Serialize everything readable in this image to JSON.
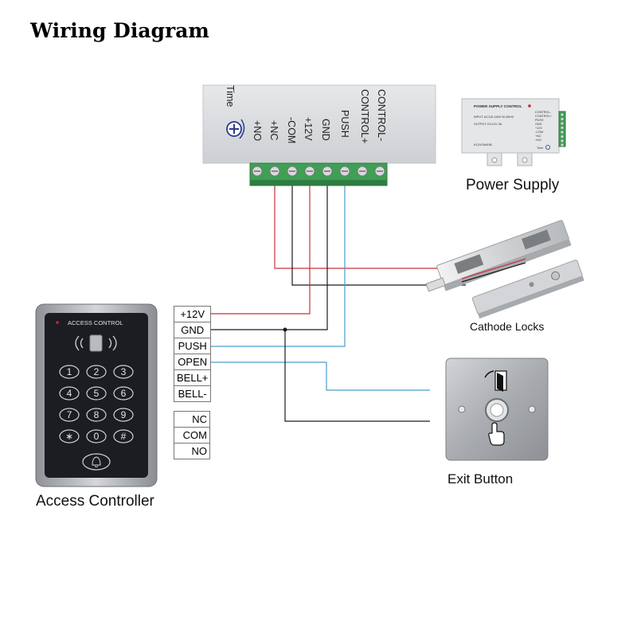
{
  "title": "Wiring Diagram",
  "controller_module": {
    "labels": [
      "CONTROL-",
      "CONTROL+",
      "PUSH",
      "GND",
      "+12V",
      "-COM",
      "+NC",
      "+NO"
    ],
    "time_label": "Time"
  },
  "power_supply_photo": {
    "header": "POWER SUPPLY CONTROL",
    "input_line": "INPUT: AC110-240V 50-60HZ",
    "output_line": "OUTPUT: DC12V  3A",
    "model_line": "K12V/3A/K80",
    "terminal_labels": [
      "CONTROL-",
      "CONTROL+",
      "PUSH",
      "GND",
      "+12V",
      "-COM",
      "+NC",
      "+NO"
    ],
    "time_label": "Time"
  },
  "captions": {
    "power_supply": "Power Supply",
    "cathode_locks": "Cathode Locks",
    "exit_button": "Exit Button",
    "access_controller": "Access Controller"
  },
  "keypad": {
    "brand": "ACCESS CONTROL",
    "keys": [
      "1",
      "2",
      "3",
      "4",
      "5",
      "6",
      "7",
      "8",
      "9",
      "∗",
      "0",
      "#"
    ]
  },
  "terminals": {
    "main": [
      "+12V",
      "GND",
      "PUSH",
      "OPEN",
      "BELL+",
      "BELL-"
    ],
    "relay": [
      "NC",
      "COM",
      "NO"
    ]
  },
  "colors": {
    "wire_red": "#c8323c",
    "wire_black": "#1a1a1a",
    "wire_blue": "#4a9ec8",
    "terminal_block_green": "#3f9f55",
    "module_gray": "#dcdee0",
    "keypad_face": "#1b1d22",
    "plate_steel": "#b3b5b8"
  }
}
